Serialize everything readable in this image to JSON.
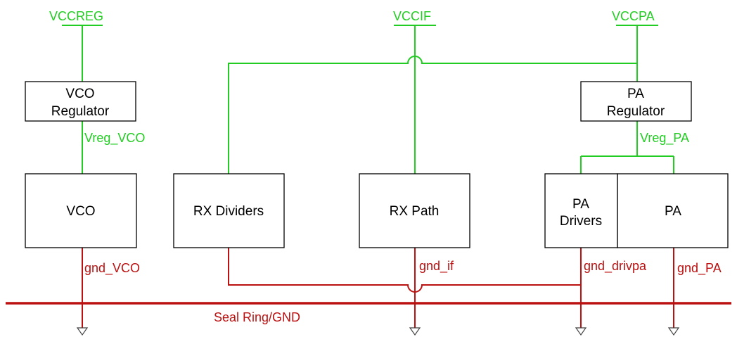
{
  "supplies": {
    "vccreg": "VCCREG",
    "vccif": "VCCIF",
    "vccpa": "VCCPA"
  },
  "blocks": {
    "vco_regulator": [
      "VCO",
      "Regulator"
    ],
    "vco": "VCO",
    "rx_dividers": "RX Dividers",
    "rx_path": "RX Path",
    "pa_regulator": [
      "PA",
      "Regulator"
    ],
    "pa_drivers": [
      "PA",
      "Drivers"
    ],
    "pa": "PA"
  },
  "regulated_nets": {
    "vreg_vco": "Vreg_VCO",
    "vreg_pa": "Vreg_PA"
  },
  "ground_nets": {
    "gnd_vco": "gnd_VCO",
    "gnd_if": "gnd_if",
    "gnd_drivpa": "gnd_drivpa",
    "gnd_pa": "gnd_PA",
    "seal_ring": "Seal Ring/GND"
  },
  "colors": {
    "supply": "#22cc22",
    "ground": "#bb1111",
    "block_border": "#000000"
  }
}
